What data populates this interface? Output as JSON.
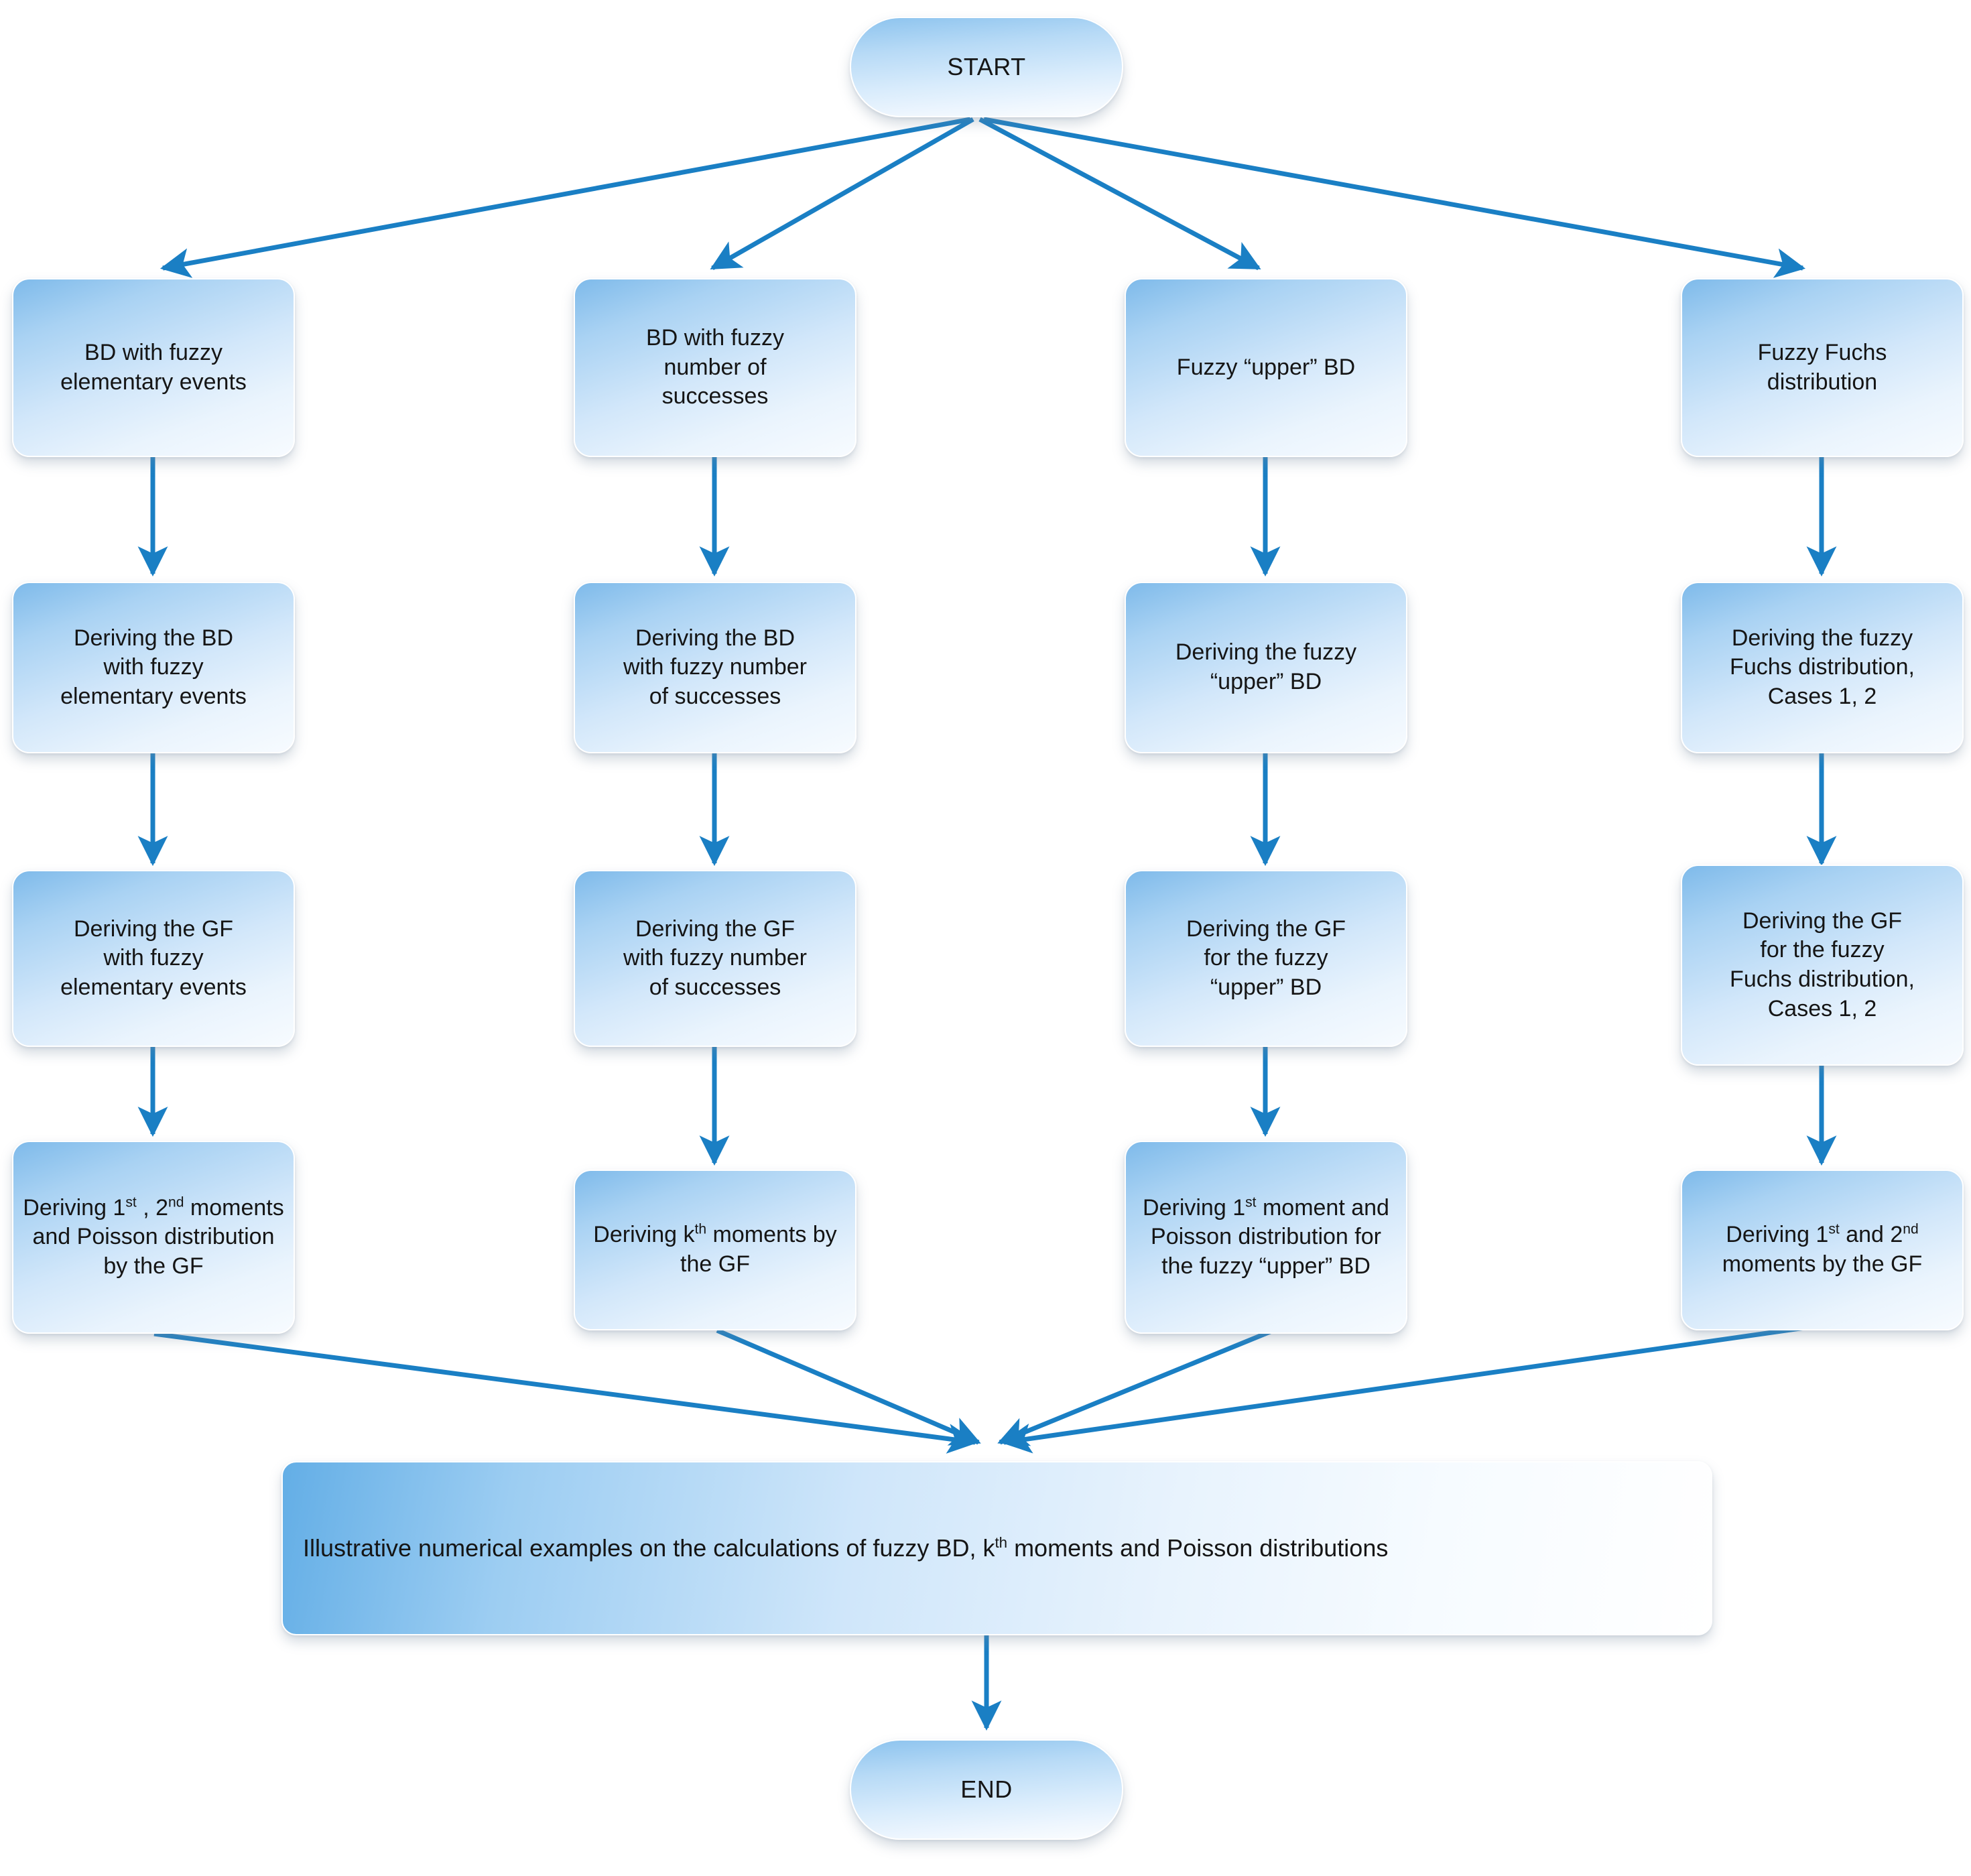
{
  "diagram": {
    "title_text_present": false,
    "accent_color": "#1a7fc4",
    "node_fill_top": "#7ebaea",
    "node_fill_bottom": "#f7fbff",
    "text_color": "#151515"
  },
  "terminals": {
    "start": "START",
    "end": "END"
  },
  "columns": [
    {
      "id": "col-1",
      "steps": [
        "BD with fuzzy\nelementary events",
        "Deriving the BD\nwith fuzzy\nelementary events",
        "Deriving the GF\nwith fuzzy\nelementary events"
      ],
      "final_step_html": "Deriving 1<sup>st</sup> , 2<sup>nd</sup> moments and Poisson distribution by the GF",
      "final_step_text": "Deriving 1st , 2nd moments and Poisson distribution by the GF"
    },
    {
      "id": "col-2",
      "steps": [
        "BD with fuzzy\nnumber of\nsuccesses",
        "Deriving the BD\nwith fuzzy number\nof successes",
        "Deriving the GF\nwith fuzzy number\nof successes"
      ],
      "final_step_html": "Deriving k<sup>th</sup> moments by the GF",
      "final_step_text": "Deriving kth moments by the GF"
    },
    {
      "id": "col-3",
      "steps": [
        "Fuzzy “upper” BD",
        "Deriving the fuzzy\n“upper” BD",
        "Deriving the GF\nfor the fuzzy\n“upper” BD"
      ],
      "final_step_html": "Deriving 1<sup>st</sup> moment and Poisson distribution for the fuzzy “upper” BD",
      "final_step_text": "Deriving 1st moment and Poisson distribution for the fuzzy “upper” BD"
    },
    {
      "id": "col-4",
      "steps": [
        "Fuzzy Fuchs\ndistribution",
        "Deriving the fuzzy\nFuchs distribution,\nCases 1, 2",
        "Deriving the GF\nfor the fuzzy\nFuchs distribution,\nCases 1, 2"
      ],
      "final_step_html": "Deriving 1<sup>st</sup> and 2<sup>nd</sup> moments by the GF",
      "final_step_text": "Deriving 1st and 2nd moments by the GF"
    }
  ],
  "summary_bar": {
    "html": "Illustrative numerical examples on the calculations of fuzzy BD, k<sup>th</sup> moments and Poisson distributions",
    "text": "Illustrative numerical examples on the calculations of fuzzy BD, kth moments and Poisson distributions"
  }
}
